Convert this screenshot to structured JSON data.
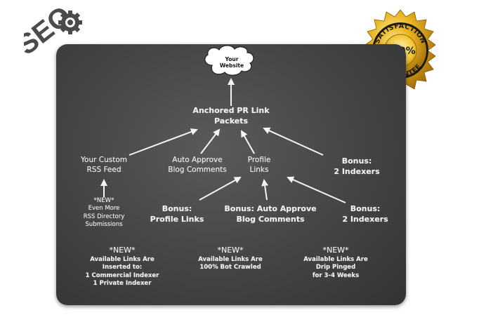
{
  "logo": {
    "text": "SEO"
  },
  "badge": {
    "top": "SATISFACTION",
    "center": "100%",
    "bottom": "GUARANTEE"
  },
  "diagram": {
    "cloud": [
      "Your",
      "Website"
    ],
    "hub": [
      "Anchored PR Link",
      "Packets"
    ],
    "tier1": {
      "rss": [
        "Your Custom",
        "RSS Feed"
      ],
      "auto": [
        "Auto Approve",
        "Blog Comments"
      ],
      "profile": [
        "Profile",
        "Links"
      ],
      "bonus": [
        "Bonus:",
        "2 Indexers"
      ]
    },
    "rss_sub": [
      "*NEW*",
      "Even More",
      "RSS Directory",
      "Submissions"
    ],
    "tier2": {
      "profile": [
        "Bonus:",
        "Profile Links"
      ],
      "auto": [
        "Bonus: Auto Approve",
        "Blog Comments"
      ],
      "indexers": [
        "Bonus:",
        "2 Indexers"
      ]
    },
    "notes": [
      [
        "*NEW*",
        "Available Links Are",
        "Inserted to:",
        "1 Commercial Indexer",
        "1 Private Indexer"
      ],
      [
        "*NEW*",
        "Available Links Are",
        "100% Bot Crawled"
      ],
      [
        "*NEW*",
        "Available Links Are",
        "Drip Pinged",
        "for 3-4 Weeks"
      ]
    ]
  }
}
